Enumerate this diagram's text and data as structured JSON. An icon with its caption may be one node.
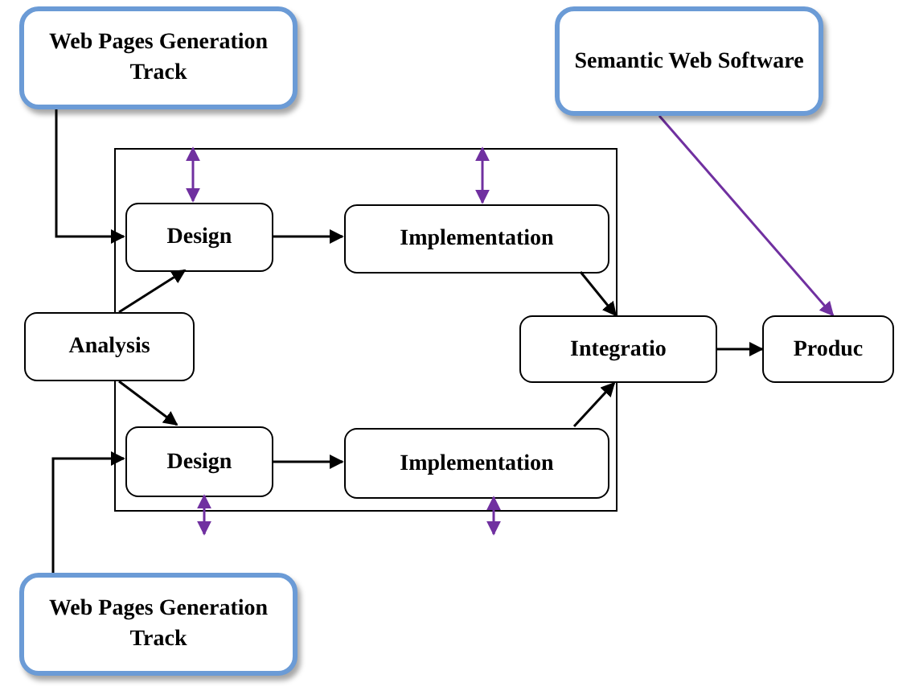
{
  "diagram": {
    "nodes": [
      {
        "text": [
          "Web Pages Generation Track"
        ]
      },
      {
        "text": [
          "Semantic Web Software"
        ]
      },
      {
        "text": [],
        "shape": "box"
      },
      {
        "text": [
          "Design"
        ],
        "in": 2
      },
      {
        "text": [
          "Implementation"
        ],
        "in": 2
      },
      {
        "text": [
          "Analysis"
        ]
      },
      {
        "text": [
          "Integratio"
        ]
      },
      {
        "text": [
          "Produc"
        ]
      },
      {
        "text": [
          "Design"
        ],
        "in": 2
      },
      {
        "text": [
          "Implementation"
        ],
        "in": 2
      },
      {
        "text": [
          "Web Pages Generation Track"
        ]
      }
    ],
    "edges": [
      {
        "from": 0,
        "to": 3,
        "arrow": "to"
      },
      {
        "from": 5,
        "to": 3,
        "arrow": "to"
      },
      {
        "from": 5,
        "to": 8,
        "arrow": "to"
      },
      {
        "from": 3,
        "to": 4,
        "arrow": "to"
      },
      {
        "from": 4,
        "to": 6,
        "arrow": "to"
      },
      {
        "from": 8,
        "to": 9,
        "arrow": "to"
      },
      {
        "from": 9,
        "to": 6,
        "arrow": "to"
      },
      {
        "from": 6,
        "to": 7,
        "arrow": "to"
      },
      {
        "from": 1,
        "to": 7,
        "arrow": "to",
        "color": "#7030a0"
      },
      {
        "from": 10,
        "to": 8,
        "arrow": "to"
      },
      {
        "from": 2,
        "to": 3,
        "arrow": "both",
        "color": "#7030a0"
      },
      {
        "from": 2,
        "to": 4,
        "arrow": "both",
        "color": "#7030a0"
      },
      {
        "from": 8,
        "to": 2,
        "arrow": "both",
        "color": "#7030a0"
      },
      {
        "from": 9,
        "to": 2,
        "arrow": "both",
        "color": "#7030a0"
      }
    ]
  }
}
